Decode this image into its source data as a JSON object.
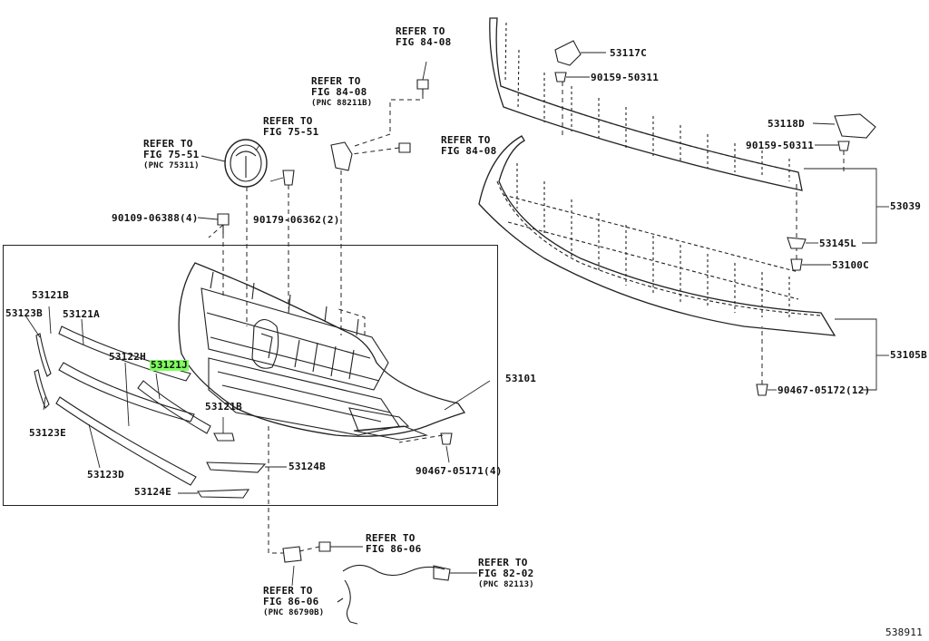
{
  "diagram_id": "538911",
  "refs": {
    "fig8408_top": {
      "l1": "REFER TO",
      "l2": "FIG 84-08"
    },
    "fig8408_pnc": {
      "l1": "REFER TO",
      "l2": "FIG 84-08",
      "l3": "(PNC 88211B)"
    },
    "fig7551_a": {
      "l1": "REFER TO",
      "l2": "FIG 75-51"
    },
    "fig7551_b": {
      "l1": "REFER TO",
      "l2": "FIG 75-51",
      "l3": "(PNC 75311)"
    },
    "fig8408_right": {
      "l1": "REFER TO",
      "l2": "FIG 84-08"
    },
    "fig8606_a": {
      "l1": "REFER TO",
      "l2": "FIG 86-06"
    },
    "fig8606_b": {
      "l1": "REFER TO",
      "l2": "FIG 86-06",
      "l3": "(PNC 86790B)"
    },
    "fig8202": {
      "l1": "REFER TO",
      "l2": "FIG 82-02",
      "l3": "(PNC 82113)"
    }
  },
  "parts": {
    "p53117C": "53117C",
    "p9015950311a": "90159-50311",
    "p53118D": "53118D",
    "p9015950311b": "90159-50311",
    "p53039": "53039",
    "p53145L": "53145L",
    "p53100C": "53100C",
    "p53105B": "53105B",
    "p9046705172": "90467-05172(12)",
    "p9010906388": "90109-06388(4)",
    "p9017906362": "90179-06362(2)",
    "p53121B_a": "53121B",
    "p53123B": "53123B",
    "p53121A": "53121A",
    "p53122H": "53122H",
    "p53121J": "53121J",
    "p53121B_b": "53121B",
    "p53101": "53101",
    "p53123E": "53123E",
    "p53124B": "53124B",
    "p9046705171": "90467-05171(4)",
    "p53123D": "53123D",
    "p53124E": "53124E"
  },
  "highlight_color": "#7dff5e"
}
